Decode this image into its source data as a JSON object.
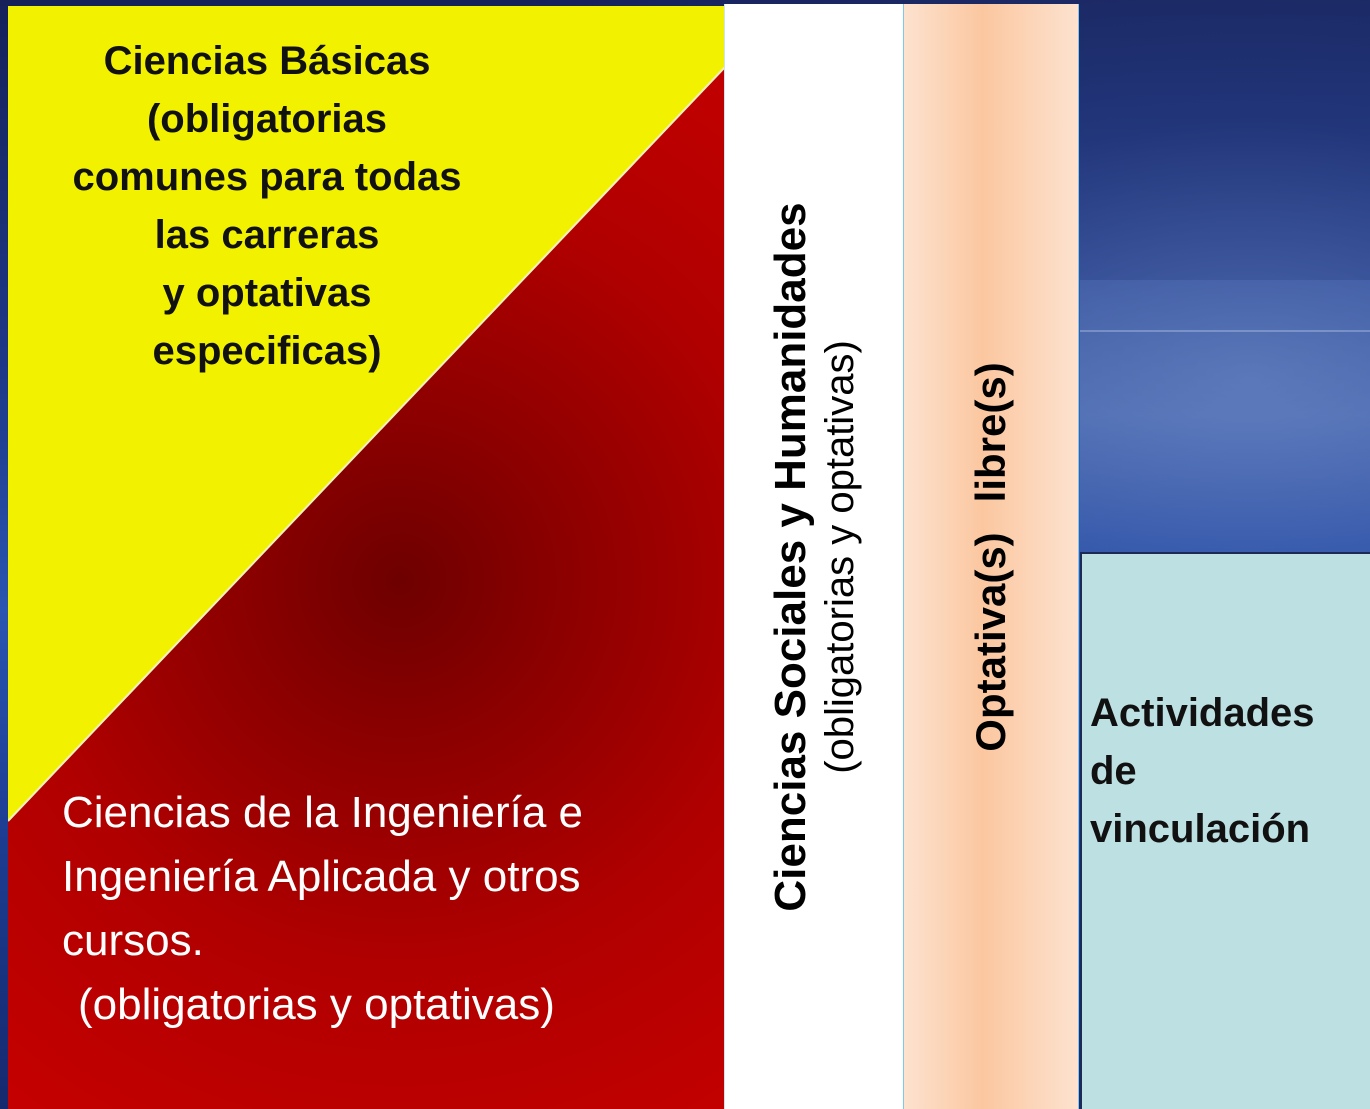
{
  "basicas": {
    "lines": [
      "Ciencias Básicas",
      "(obligatorias",
      "comunes para todas",
      "las carreras",
      "y optativas",
      "especificas)"
    ]
  },
  "ingenieria": {
    "lines": [
      "Ciencias de la Ingeniería e",
      "Ingeniería Aplicada y otros",
      "cursos.",
      "(obligatorias y optativas)"
    ]
  },
  "sociales": {
    "title": "Ciencias Sociales y Humanidades",
    "subtitle": "(obligatorias y optativas)"
  },
  "optativas": {
    "part1": "Optativa(s)",
    "part2": "libre(s)"
  },
  "vinculacion": {
    "lines": [
      "Actividades",
      "de",
      "vinculación"
    ]
  },
  "colors": {
    "basicas": "#f2f200",
    "ingenieria": "#c00000",
    "sociales": "#ffffff",
    "optativas": "#fbc7a0",
    "vinculacion": "#bde0e3",
    "background": "#1f3a8a"
  }
}
